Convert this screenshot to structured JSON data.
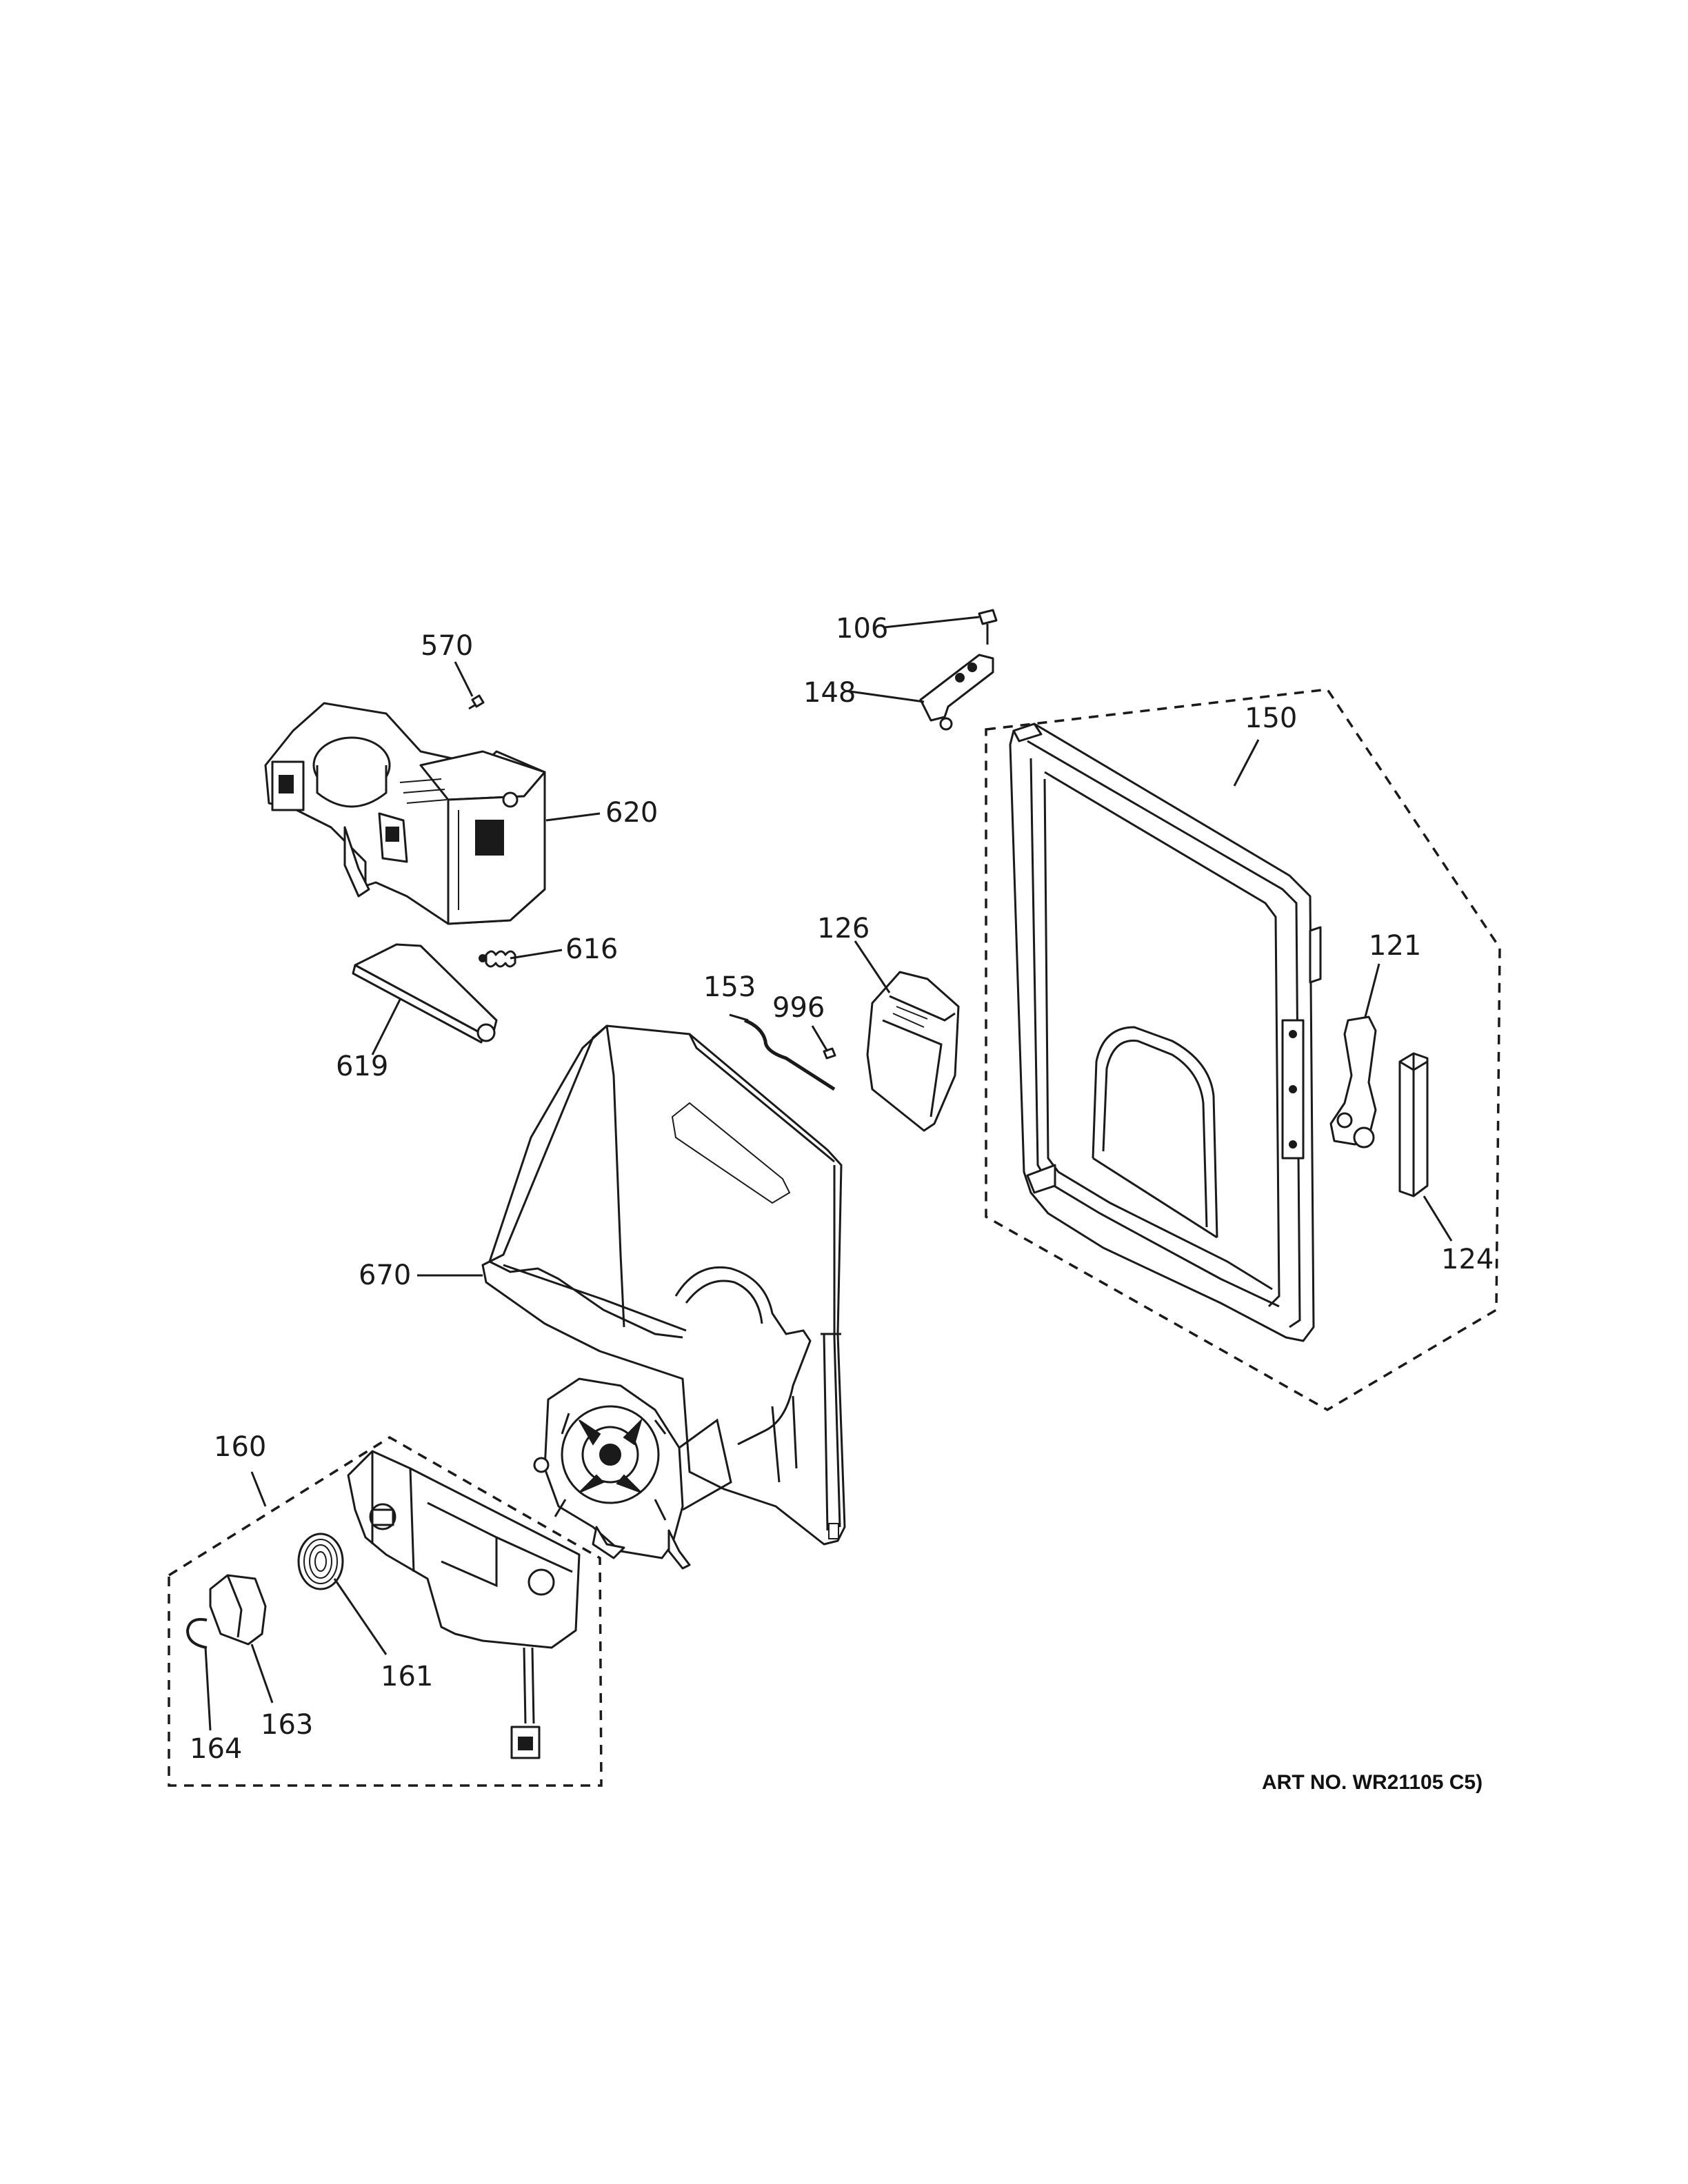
{
  "diagram": {
    "art_number": "ART NO. WR21105 C5)",
    "callouts": {
      "c570": "570",
      "c620": "620",
      "c616": "616",
      "c619": "619",
      "c106": "106",
      "c148": "148",
      "c150": "150",
      "c126": "126",
      "c153": "153",
      "c996": "996",
      "c121": "121",
      "c124": "124",
      "c670": "670",
      "c160": "160",
      "c161": "161",
      "c163": "163",
      "c164": "164"
    }
  }
}
